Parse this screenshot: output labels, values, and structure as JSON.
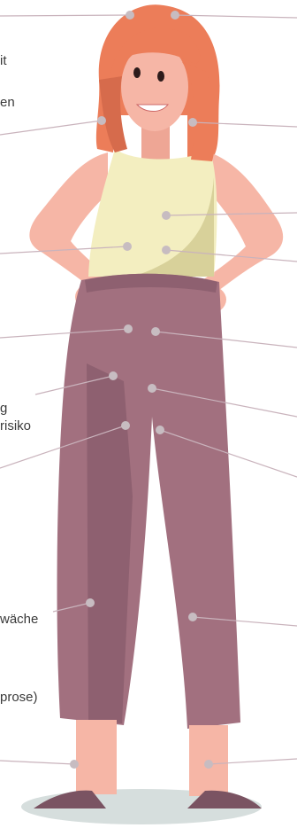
{
  "labels": {
    "frag_1": "it",
    "frag_2": "en",
    "frag_3": "g",
    "frag_4": "risiko",
    "frag_5": "wäche",
    "frag_6": "prose)"
  },
  "colors": {
    "hair": "#ec7d59",
    "skin": "#f6b6a6",
    "top": "#f3eec0",
    "pants": "#a2707f",
    "pants_dark": "#8e6070",
    "sandal": "#7a5362",
    "shadow": "#d6dedd",
    "leader": "#c9b3bc",
    "dot": "#c7bcc1"
  }
}
